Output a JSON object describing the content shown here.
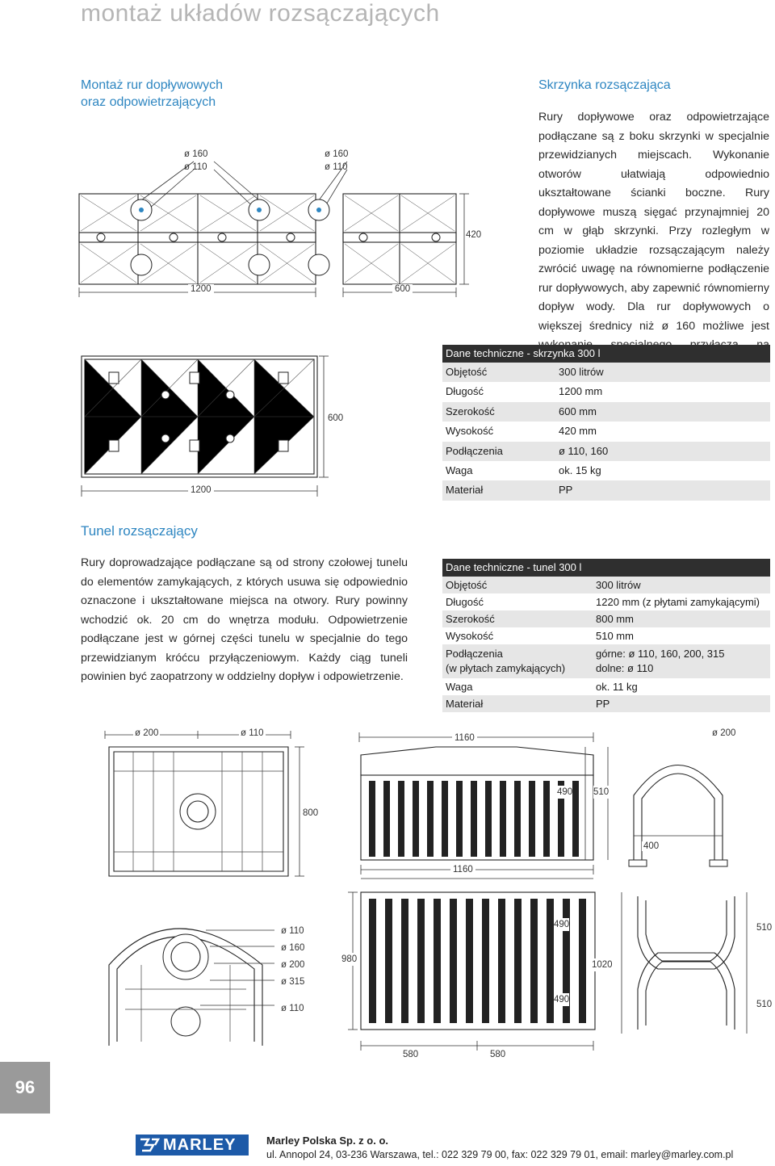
{
  "page_title": "montaż układów rozsączających",
  "section1": {
    "heading_line1": "Montaż rur dopływowych",
    "heading_line2": "oraz odpowietrzających",
    "callout_left": [
      "ø 160",
      "ø 110"
    ],
    "callout_right": [
      "ø 160",
      "ø 110"
    ],
    "dim_1200": "1200",
    "dim_600": "600",
    "dim_420": "420",
    "plan_dim_600": "600",
    "plan_dim_1200": "1200"
  },
  "section2": {
    "heading": "Skrzynka rozsączająca",
    "paragraph": "Rury dopływowe oraz odpowietrzające podłączane są z boku skrzynki w specjalnie przewidzianych miejscach. Wykonanie otworów ułatwiają odpowiednio ukształtowane ścianki boczne. Rury dopływowe muszą sięgać przynajmniej 20 cm w głąb skrzynki. Przy rozległym w poziomie układzie rozsączającym należy zwrócić uwagę na równomierne podłączenie rur dopływowych, aby zapewnić równomierny dopływ wody. Dla rur dopływowych o większej średnicy niż ø 160 możliwe jest wykonanie specjalnego przyłącza na zamówienie."
  },
  "table_box": {
    "header": "Dane techniczne - skrzynka 300 l",
    "rows": [
      {
        "key": "Objętość",
        "val": "300 litrów"
      },
      {
        "key": "Długość",
        "val": "1200 mm"
      },
      {
        "key": "Szerokość",
        "val": "600 mm"
      },
      {
        "key": "Wysokość",
        "val": "420 mm"
      },
      {
        "key": "Podłączenia",
        "val": "ø 110, 160"
      },
      {
        "key": "Waga",
        "val": "ok. 15 kg"
      },
      {
        "key": "Materiał",
        "val": "PP"
      }
    ]
  },
  "section3": {
    "heading": "Tunel rozsączający",
    "paragraph": "Rury doprowadzające podłączane są od strony czołowej tunelu do elementów zamykających, z których usuwa się odpowiednio oznaczone i ukształtowane miejsca na otwory. Rury powinny wchodzić ok. 20 cm do wnętrza modułu. Odpowietrzenie podłączane jest w górnej części tunelu w specjalnie do tego przewidzianym króćcu przyłączeniowym. Każdy ciąg tuneli powinien być zaopatrzony w oddzielny dopływ i odpowietrzenie."
  },
  "table_tunnel": {
    "header": "Dane techniczne - tunel 300 l",
    "rows": [
      {
        "key": "Objętość",
        "val": "300 litrów"
      },
      {
        "key": "Długość",
        "val": "1220 mm (z płytami zamykającymi)"
      },
      {
        "key": "Szerokość",
        "val": "800 mm"
      },
      {
        "key": "Wysokość",
        "val": "510 mm"
      },
      {
        "key": "Podłączenia",
        "key2": "(w płytach zamykających)",
        "val": "górne: ø 110, 160, 200, 315",
        "val2": "dolne: ø 110"
      },
      {
        "key": "Waga",
        "val": "ok. 11 kg"
      },
      {
        "key": "Materiał",
        "val": "PP"
      }
    ]
  },
  "tunnel_dims": {
    "top_left_200": "ø 200",
    "top_left_110": "ø 110",
    "dim_800": "800",
    "dim_1160_top": "1160",
    "dim_1160_bottom": "1160",
    "top_right_200": "ø 200",
    "dim_490_a": "490",
    "dim_510_a": "510",
    "dim_400": "400",
    "end_labels": [
      "ø 110",
      "ø 160",
      "ø 200",
      "ø 315",
      "ø 110"
    ],
    "dim_980": "980",
    "dim_490_b": "490",
    "dim_490_c": "490",
    "dim_1020": "1020",
    "dim_510_b": "510",
    "dim_510_c": "510",
    "dim_580_a": "580",
    "dim_580_b": "580"
  },
  "footer": {
    "page_number": "96",
    "logo_text": "MARLEY",
    "company": "Marley Polska Sp. z o. o.",
    "address": "ul. Annopol 24, 03-236 Warszawa, tel.: 022 329 79 00, fax: 022 329 79 01, email: marley@marley.com.pl"
  },
  "colors": {
    "accent_blue": "#2e86c1",
    "header_dark": "#2f2f2f",
    "stripe": "#e6e6e6",
    "title_gray": "#b5b5b5",
    "logo_blue": "#1d5aa8"
  }
}
